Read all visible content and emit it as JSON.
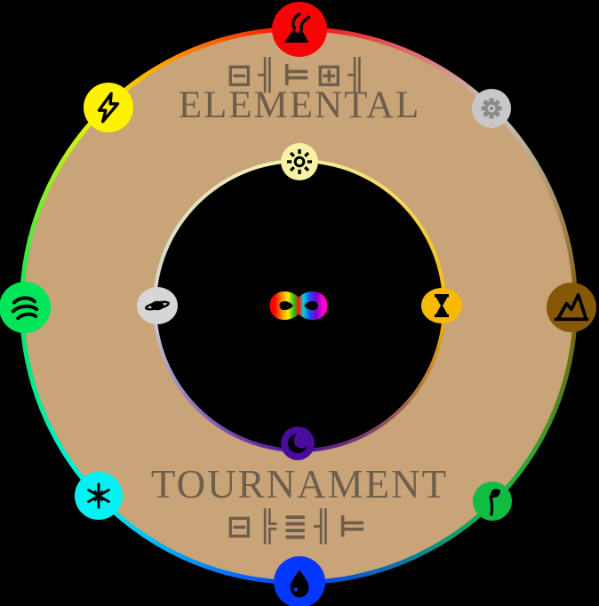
{
  "app": {
    "title_top": "ELEMENTAL",
    "title_bottom": "TOURNAMENT",
    "glyphs_top": "⊟╢⊨⊞╢",
    "glyphs_bottom": "⊟╠≣╢⊨"
  },
  "wheel": {
    "background_color": "#000000",
    "disc_color": "#c8a478",
    "text_color": "#6e5e4a",
    "outer_elements": [
      {
        "icon": "volcano-icon",
        "color": "#f50505",
        "position": "top"
      },
      {
        "icon": "gear-icon",
        "color": "#c8c8c8",
        "position": "top-right"
      },
      {
        "icon": "mountain-icon",
        "color": "#865806",
        "position": "right"
      },
      {
        "icon": "seedling-icon",
        "color": "#12bc42",
        "position": "bottom-right"
      },
      {
        "icon": "water-drop-icon",
        "color": "#0438ff",
        "position": "bottom"
      },
      {
        "icon": "snowflake-icon",
        "color": "#00f2f2",
        "position": "bottom-left"
      },
      {
        "icon": "wind-icon",
        "color": "#00e658",
        "position": "left"
      },
      {
        "icon": "lightning-bolt-icon",
        "color": "#fff200",
        "position": "top-left"
      }
    ],
    "inner_elements": [
      {
        "icon": "sun-icon",
        "color": "#f7f2a6",
        "position": "top"
      },
      {
        "icon": "hourglass-icon",
        "color": "#f7ba00",
        "position": "right"
      },
      {
        "icon": "crescent-moon-icon",
        "color": "#490c9c",
        "position": "bottom"
      },
      {
        "icon": "ringed-planet-icon",
        "color": "#d6d6d6",
        "position": "left"
      }
    ],
    "center": {
      "icon": "rainbow-infinity-icon",
      "colors": [
        "#ff0000",
        "#ff8800",
        "#ffee00",
        "#22c522",
        "#00d5d5",
        "#2244ff",
        "#7700cc",
        "#ff00cc"
      ]
    }
  }
}
